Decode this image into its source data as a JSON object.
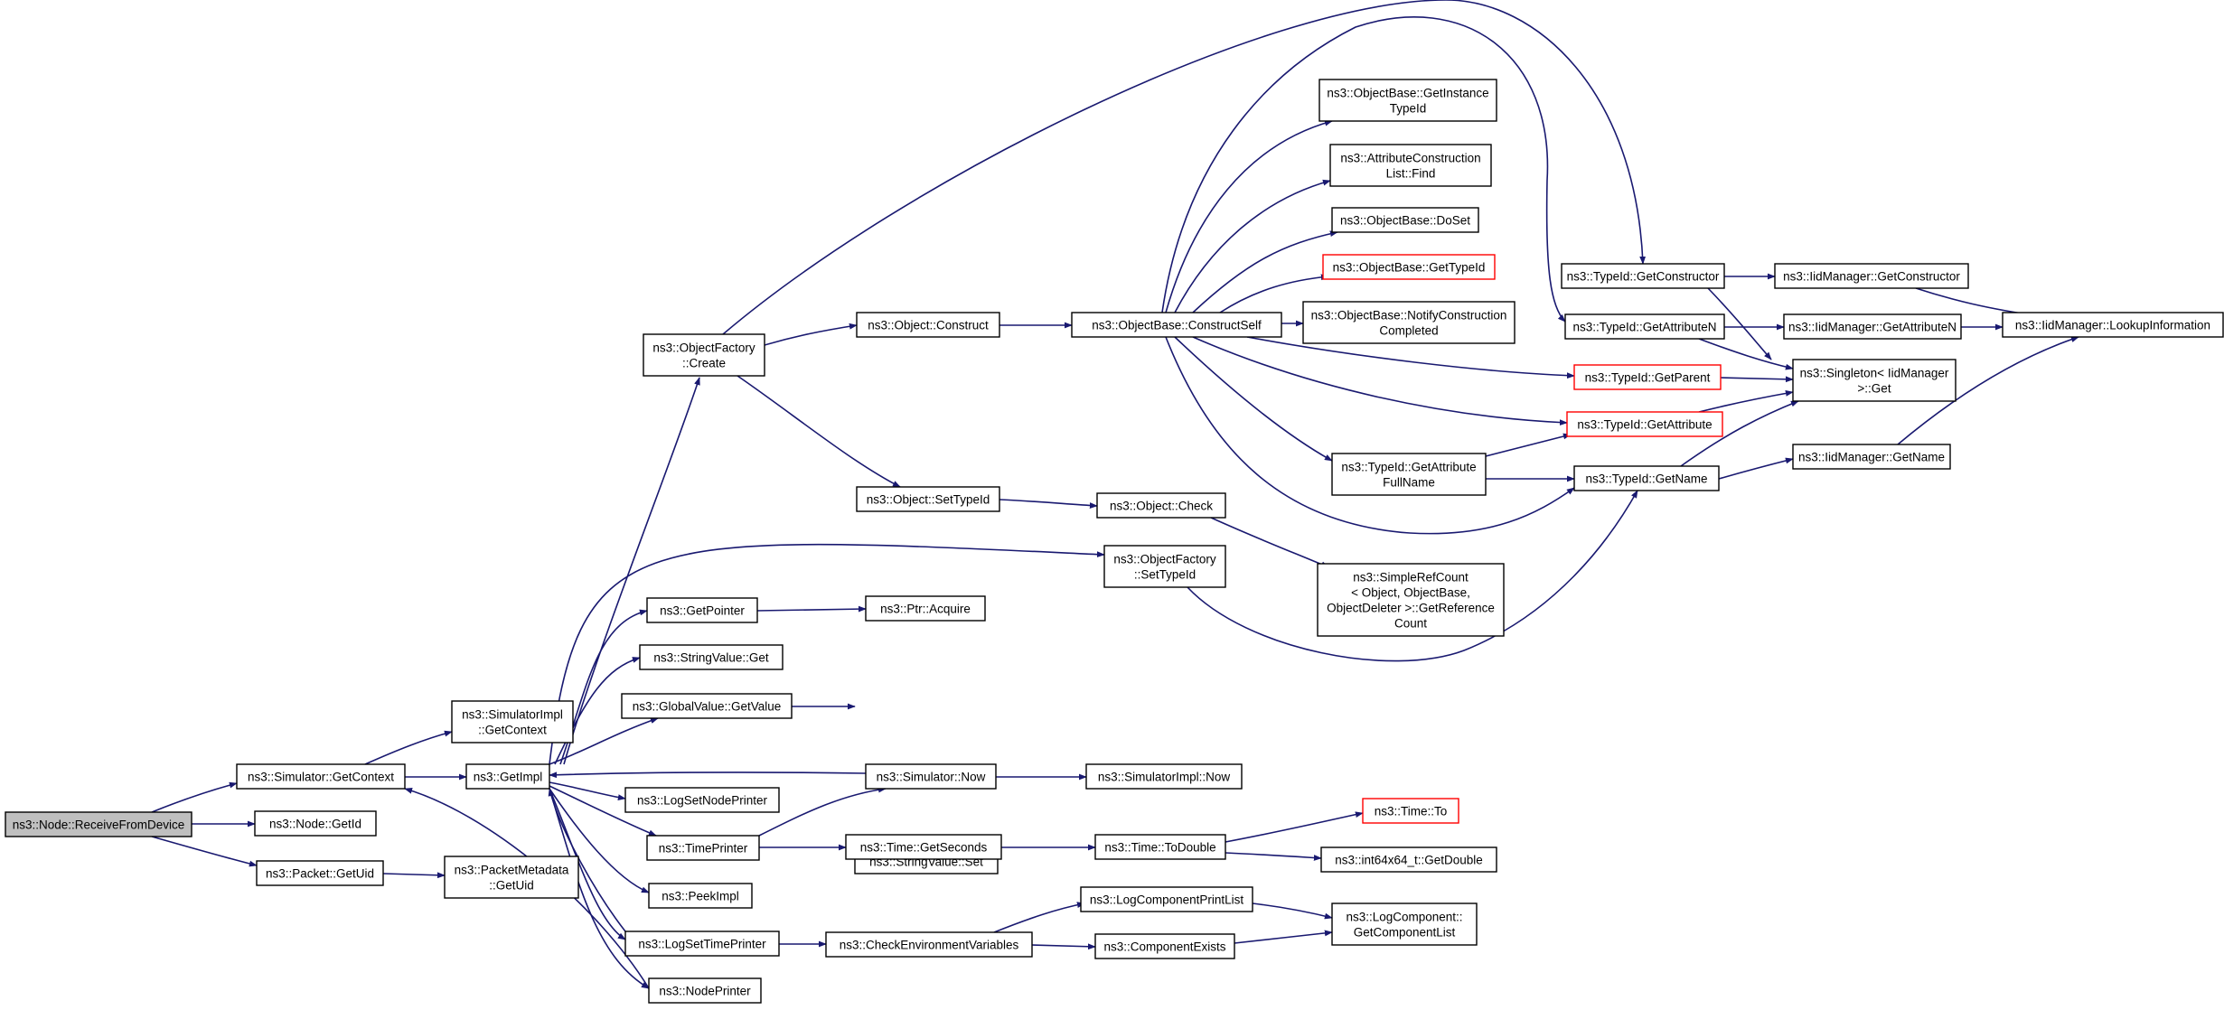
{
  "colors": {
    "edge": "#191970",
    "node_border": "#000000",
    "root_fill": "#bfbfbf",
    "truncated_border": "#ff0000",
    "node_fill": "#ffffff"
  },
  "nodes": [
    {
      "id": "root",
      "lines": [
        "ns3::Node::ReceiveFromDevice"
      ],
      "style": "root"
    },
    {
      "id": "simulatorGetContext",
      "lines": [
        "ns3::Simulator::GetContext"
      ]
    },
    {
      "id": "nodeGetId",
      "lines": [
        "ns3::Node::GetId"
      ]
    },
    {
      "id": "packetGetUid",
      "lines": [
        "ns3::Packet::GetUid"
      ]
    },
    {
      "id": "simImplGetContext",
      "lines": [
        "ns3::SimulatorImpl",
        "::GetContext"
      ]
    },
    {
      "id": "getImpl",
      "lines": [
        "ns3::GetImpl"
      ]
    },
    {
      "id": "pktMetaGetUid",
      "lines": [
        "ns3::PacketMetadata",
        "::GetUid"
      ]
    },
    {
      "id": "objFactoryCreate",
      "lines": [
        "ns3::ObjectFactory",
        "::Create"
      ]
    },
    {
      "id": "getPointer",
      "lines": [
        "ns3::GetPointer"
      ]
    },
    {
      "id": "stringValueGet",
      "lines": [
        "ns3::StringValue::Get"
      ]
    },
    {
      "id": "globalValueGetValue",
      "lines": [
        "ns3::GlobalValue::GetValue"
      ]
    },
    {
      "id": "logSetNodePrinter",
      "lines": [
        "ns3::LogSetNodePrinter"
      ]
    },
    {
      "id": "timePrinter",
      "lines": [
        "ns3::TimePrinter"
      ]
    },
    {
      "id": "peekImpl",
      "lines": [
        "ns3::PeekImpl"
      ]
    },
    {
      "id": "logSetTimePrinter",
      "lines": [
        "ns3::LogSetTimePrinter"
      ]
    },
    {
      "id": "nodePrinter",
      "lines": [
        "ns3::NodePrinter"
      ]
    },
    {
      "id": "objectConstruct",
      "lines": [
        "ns3::Object::Construct"
      ]
    },
    {
      "id": "objectSetTypeId",
      "lines": [
        "ns3::Object::SetTypeId"
      ]
    },
    {
      "id": "ptrAcquire",
      "lines": [
        "ns3::Ptr::Acquire"
      ]
    },
    {
      "id": "stringValueSet",
      "lines": [
        "ns3::StringValue::Set"
      ]
    },
    {
      "id": "simulatorNow",
      "lines": [
        "ns3::Simulator::Now"
      ]
    },
    {
      "id": "timeGetSeconds",
      "lines": [
        "ns3::Time::GetSeconds"
      ]
    },
    {
      "id": "checkEnvVars",
      "lines": [
        "ns3::CheckEnvironmentVariables"
      ]
    },
    {
      "id": "objBaseConstructSelf",
      "lines": [
        "ns3::ObjectBase::ConstructSelf"
      ]
    },
    {
      "id": "objectCheck",
      "lines": [
        "ns3::Object::Check"
      ]
    },
    {
      "id": "objFactorySetTypeId",
      "lines": [
        "ns3::ObjectFactory",
        "::SetTypeId"
      ]
    },
    {
      "id": "simImplNow",
      "lines": [
        "ns3::SimulatorImpl::Now"
      ]
    },
    {
      "id": "timeToDouble",
      "lines": [
        "ns3::Time::ToDouble"
      ]
    },
    {
      "id": "logCompPrintList",
      "lines": [
        "ns3::LogComponentPrintList"
      ]
    },
    {
      "id": "componentExists",
      "lines": [
        "ns3::ComponentExists"
      ]
    },
    {
      "id": "objBaseGetInstanceTypeId",
      "lines": [
        "ns3::ObjectBase::GetInstance",
        "TypeId"
      ]
    },
    {
      "id": "attrConstrListFind",
      "lines": [
        "ns3::AttributeConstruction",
        "List::Find"
      ]
    },
    {
      "id": "objBaseDoSet",
      "lines": [
        "ns3::ObjectBase::DoSet"
      ]
    },
    {
      "id": "objBaseGetTypeId",
      "lines": [
        "ns3::ObjectBase::GetTypeId"
      ],
      "style": "truncated"
    },
    {
      "id": "objBaseNotify",
      "lines": [
        "ns3::ObjectBase::NotifyConstruction",
        "Completed"
      ]
    },
    {
      "id": "typeIdGetAttrFullName",
      "lines": [
        "ns3::TypeId::GetAttribute",
        "FullName"
      ]
    },
    {
      "id": "simpleRefCount",
      "lines": [
        "ns3::SimpleRefCount",
        "< Object, ObjectBase,",
        "ObjectDeleter >::GetReference",
        "Count"
      ]
    },
    {
      "id": "timeTo",
      "lines": [
        "ns3::Time::To"
      ],
      "style": "truncated"
    },
    {
      "id": "int64GetDouble",
      "lines": [
        "ns3::int64x64_t::GetDouble"
      ]
    },
    {
      "id": "logCompGetList",
      "lines": [
        "ns3::LogComponent::",
        "GetComponentList"
      ]
    },
    {
      "id": "typeIdGetConstructor",
      "lines": [
        "ns3::TypeId::GetConstructor"
      ]
    },
    {
      "id": "typeIdGetAttributeN",
      "lines": [
        "ns3::TypeId::GetAttributeN"
      ]
    },
    {
      "id": "typeIdGetParent",
      "lines": [
        "ns3::TypeId::GetParent"
      ],
      "style": "truncated"
    },
    {
      "id": "typeIdGetAttribute",
      "lines": [
        "ns3::TypeId::GetAttribute"
      ],
      "style": "truncated"
    },
    {
      "id": "typeIdGetName",
      "lines": [
        "ns3::TypeId::GetName"
      ]
    },
    {
      "id": "iidMgrGetConstructor",
      "lines": [
        "ns3::IidManager::GetConstructor"
      ]
    },
    {
      "id": "iidMgrGetAttributeN",
      "lines": [
        "ns3::IidManager::GetAttributeN"
      ]
    },
    {
      "id": "singletonGet",
      "lines": [
        "ns3::Singleton< IidManager",
        " >::Get"
      ]
    },
    {
      "id": "iidMgrGetName",
      "lines": [
        "ns3::IidManager::GetName"
      ]
    },
    {
      "id": "iidMgrLookup",
      "lines": [
        "ns3::IidManager::LookupInformation"
      ]
    }
  ]
}
